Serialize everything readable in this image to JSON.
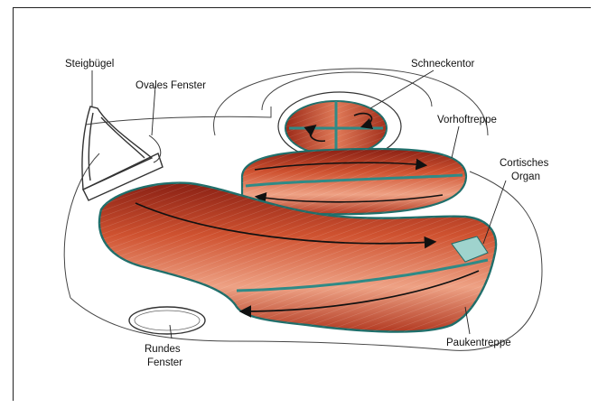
{
  "labels": {
    "steigbuegel": "Steigbügel",
    "ovales_fenster": "Ovales Fenster",
    "schneckentor": "Schneckentor",
    "vorhoftreppe": "Vorhoftreppe",
    "cortisches_organ_line1": "Cortisches",
    "cortisches_organ_line2": "Organ",
    "rundes_fenster_line1": "Rundes",
    "rundes_fenster_line2": "Fenster",
    "paukentreppe": "Paukentreppe"
  },
  "colors": {
    "tissue_dark": "#7a1a10",
    "tissue_mid": "#c4472a",
    "tissue_light": "#f0b49a",
    "membrane": "#2f8a86",
    "outline": "#333333"
  }
}
